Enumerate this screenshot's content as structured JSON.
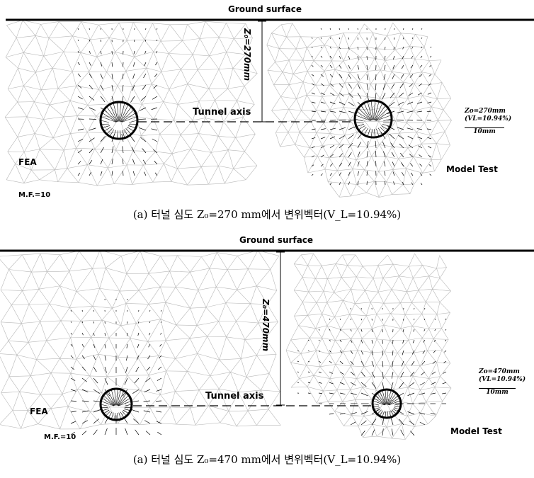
{
  "panels": [
    {
      "ground_surface": "Ground surface",
      "depth_label": "Z₀=270mm",
      "tunnel_axis": "Tunnel axis",
      "fea": "FEA",
      "model_test": "Model Test",
      "mf": "M.F.=10",
      "scale_line1": "Zo=270mm",
      "scale_line2": "(VL=10.94%)",
      "scale_unit": "10mm",
      "caption": "(a) 터널 심도 Z₀=270 mm에서 변위벡터(V_L=10.94%)"
    },
    {
      "ground_surface": "Ground surface",
      "depth_label": "Z₀=470mm",
      "tunnel_axis": "Tunnel axis",
      "fea": "FEA",
      "model_test": "Model Test",
      "mf": "M.F.=10",
      "scale_line1": "Zo=470mm",
      "scale_line2": "(VL=10.94%)",
      "scale_unit": "10mm",
      "caption": "(a) 터널 심도 Z₀=470 mm에서 변위벡터(V_L=10.94%)"
    }
  ],
  "colors": {
    "mesh": "#b8b8b8",
    "ink": "#000000"
  }
}
